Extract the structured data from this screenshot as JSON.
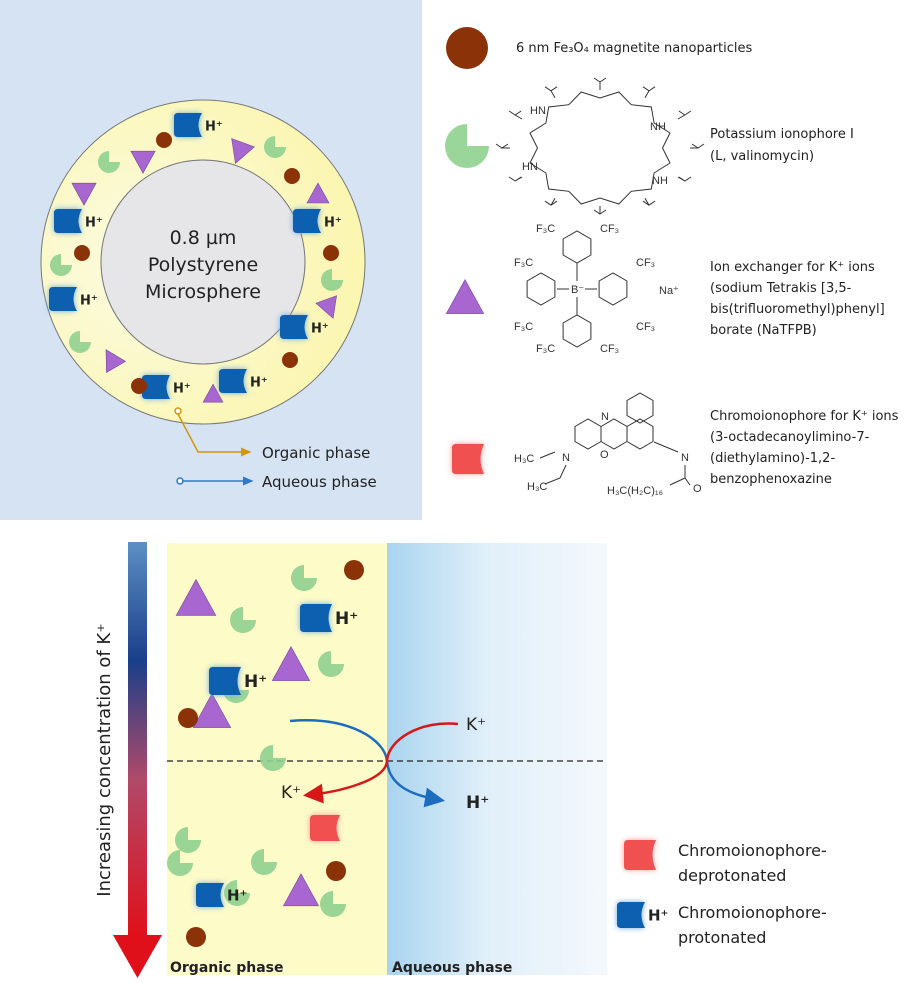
{
  "microsphere": {
    "size": "0.8 µm",
    "line2": "Polystyrene",
    "line3": "Microsphere",
    "h_label": "H⁺",
    "organic_phase_label": "Organic phase",
    "aqueous_phase_label": "Aqueous phase"
  },
  "legend_top": {
    "nanoparticles": "6 nm Fe₃O₄ magnetite nanoparticles",
    "ionophore_line1": "Potassium ionophore I",
    "ionophore_line2": " (L, valinomycin)",
    "exchanger_line1": "Ion exchanger for K⁺ ions",
    "exchanger_line2": "(sodium Tetrakis [3,5-",
    "exchanger_line3": "bis(trifluoromethyl)phenyl]",
    "exchanger_line4": "borate (NaTFPB)",
    "chromo_line1": "Chromoionophore for K⁺ ions",
    "chromo_line2": "(3-octadecanoylimino-7-",
    "chromo_line3": "(diethylamino)-1,2-",
    "chromo_line4": "benzophenoxazine",
    "chem": {
      "cf3": "CF₃",
      "f3c": "F₃C",
      "boron": "B⁻",
      "sodium": "Na⁺",
      "h3c": "H₃C",
      "n": "N",
      "o": "O",
      "chain": "H₃C(H₂C)₁₆",
      "hn": "HN",
      "nh": "NH"
    }
  },
  "mechanism": {
    "axis_label": "Increasing concentration of K⁺",
    "k_label": "K⁺",
    "h_label": "H⁺",
    "organic_phase": "Organic phase",
    "aqueous_phase": "Aqueous phase",
    "legend_deprotonated_1": "Chromoionophore-",
    "legend_deprotonated_2": "deprotonated",
    "legend_protonated_1": "Chromoionophore-",
    "legend_protonated_2": "protonated"
  },
  "colors": {
    "nanoparticle": "#8b3208",
    "ionophore": "#8fd08f",
    "exchanger": "#a866d0",
    "chromo_protonated": "#0d5fb0",
    "chromo_deprotonated": "#f05050",
    "organic": "#fdfbc8",
    "panel": "#d6e3f3"
  }
}
